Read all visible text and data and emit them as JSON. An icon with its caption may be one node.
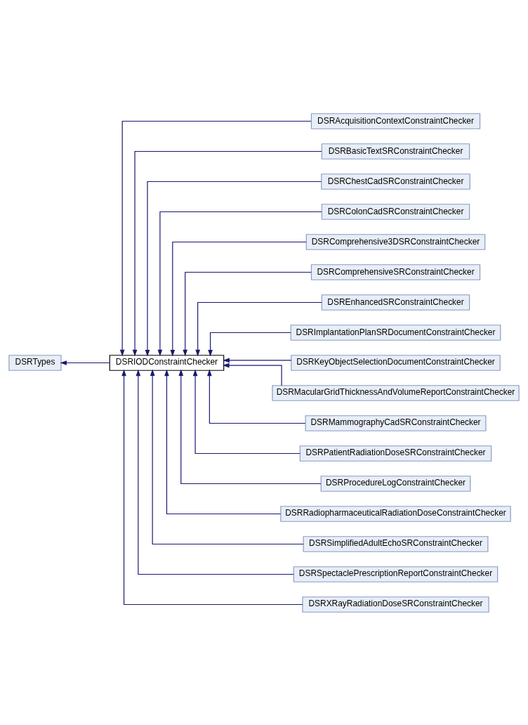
{
  "diagram": {
    "nodes": [
      {
        "text": [
          "DSRTypes"
        ]
      },
      {
        "text": [
          "DSRIODConstraintChecker"
        ]
      },
      {
        "text": [
          "DSRAcquisitionContextConstraintChecker"
        ]
      },
      {
        "text": [
          "DSRBasicTextSRConstraintChecker"
        ]
      },
      {
        "text": [
          "DSRChestCadSRConstraintChecker"
        ]
      },
      {
        "text": [
          "DSRColonCadSRConstraintChecker"
        ]
      },
      {
        "text": [
          "DSRComprehensive3DSRConstraintChecker"
        ]
      },
      {
        "text": [
          "DSRComprehensiveSRConstraintChecker"
        ]
      },
      {
        "text": [
          "DSREnhancedSRConstraintChecker"
        ]
      },
      {
        "text": [
          "DSRImplantationPlanSRDocumentConstraintChecker"
        ]
      },
      {
        "text": [
          "DSRKeyObjectSelectionDocumentConstraintChecker"
        ]
      },
      {
        "text": [
          "DSRMacularGridThicknessAndVolumeReportConstraintChecker"
        ]
      },
      {
        "text": [
          "DSRMammographyCadSRConstraintChecker"
        ]
      },
      {
        "text": [
          "DSRPatientRadiationDoseSRConstraintChecker"
        ]
      },
      {
        "text": [
          "DSRProcedureLogConstraintChecker"
        ]
      },
      {
        "text": [
          "DSRRadiopharmaceuticalRadiationDoseConstraintChecker"
        ]
      },
      {
        "text": [
          "DSRSimplifiedAdultEchoSRConstraintChecker"
        ]
      },
      {
        "text": [
          "DSRSpectaclePrescriptionReportConstraintChecker"
        ]
      },
      {
        "text": [
          "DSRXRayRadiationDoseSRConstraintChecker"
        ]
      }
    ],
    "edges": [
      {
        "from": 1,
        "to": 0,
        "arrow": "to"
      },
      {
        "from": 2,
        "to": 1,
        "arrow": "to"
      },
      {
        "from": 3,
        "to": 1,
        "arrow": "to"
      },
      {
        "from": 4,
        "to": 1,
        "arrow": "to"
      },
      {
        "from": 5,
        "to": 1,
        "arrow": "to"
      },
      {
        "from": 6,
        "to": 1,
        "arrow": "to"
      },
      {
        "from": 7,
        "to": 1,
        "arrow": "to"
      },
      {
        "from": 8,
        "to": 1,
        "arrow": "to"
      },
      {
        "from": 9,
        "to": 1,
        "arrow": "to"
      },
      {
        "from": 10,
        "to": 1,
        "arrow": "to"
      },
      {
        "from": 11,
        "to": 1,
        "arrow": "to"
      },
      {
        "from": 12,
        "to": 1,
        "arrow": "to"
      },
      {
        "from": 13,
        "to": 1,
        "arrow": "to"
      },
      {
        "from": 14,
        "to": 1,
        "arrow": "to"
      },
      {
        "from": 15,
        "to": 1,
        "arrow": "to"
      },
      {
        "from": 16,
        "to": 1,
        "arrow": "to"
      },
      {
        "from": 17,
        "to": 1,
        "arrow": "to"
      },
      {
        "from": 18,
        "to": 1,
        "arrow": "to"
      }
    ]
  }
}
